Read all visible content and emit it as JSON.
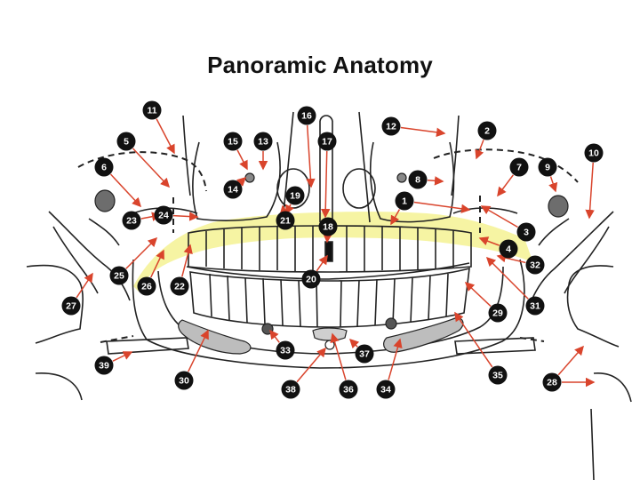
{
  "title": "Panoramic Anatomy",
  "colors": {
    "background": "#ffffff",
    "outline": "#222222",
    "arrow": "#d9442c",
    "marker": "#111111",
    "marker_text": "#ffffff",
    "highlight": "#f6f4a3",
    "shading": "#bdbdbd"
  },
  "markers": [
    {
      "label": "1"
    },
    {
      "label": "2"
    },
    {
      "label": "3"
    },
    {
      "label": "4"
    },
    {
      "label": "5"
    },
    {
      "label": "6"
    },
    {
      "label": "7"
    },
    {
      "label": "8"
    },
    {
      "label": "9"
    },
    {
      "label": "10"
    },
    {
      "label": "11"
    },
    {
      "label": "12"
    },
    {
      "label": "13"
    },
    {
      "label": "14"
    },
    {
      "label": "15"
    },
    {
      "label": "16"
    },
    {
      "label": "17"
    },
    {
      "label": "18"
    },
    {
      "label": "19"
    },
    {
      "label": "20"
    },
    {
      "label": "21"
    },
    {
      "label": "22"
    },
    {
      "label": "23"
    },
    {
      "label": "24"
    },
    {
      "label": "25"
    },
    {
      "label": "26"
    },
    {
      "label": "27"
    },
    {
      "label": "28"
    },
    {
      "label": "29"
    },
    {
      "label": "30"
    },
    {
      "label": "31"
    },
    {
      "label": "32"
    },
    {
      "label": "33"
    },
    {
      "label": "34"
    },
    {
      "label": "35"
    },
    {
      "label": "36"
    },
    {
      "label": "37"
    },
    {
      "label": "38"
    },
    {
      "label": "39"
    }
  ]
}
